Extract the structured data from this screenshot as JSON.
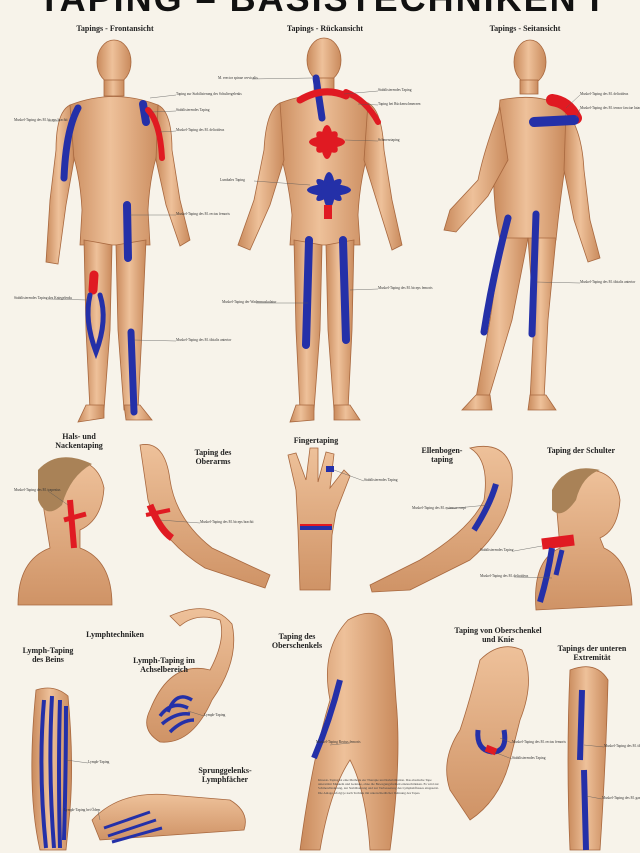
{
  "poster": {
    "title": "TAPING – BASISTECHNIKEN I"
  },
  "sections": {
    "front": "Tapings - Frontansicht",
    "back": "Tapings - Rückansicht",
    "side": "Tapings - Seitansicht",
    "neck": "Hals- und Nackentaping",
    "upperarm": "Taping des Oberarms",
    "finger": "Fingertaping",
    "elbow": "Ellenbogen-taping",
    "shoulder": "Taping der Schulter",
    "lymph": "Lymphtechniken",
    "lymph_leg": "Lymph-Taping des Beins",
    "lymph_axilla": "Lymph-Taping im Achselbereich",
    "ankle_lymph": "Sprunggelenks-Lymphfächer",
    "thigh": "Taping des Oberschenkels",
    "thigh_knee": "Taping von Oberschenkel und Knie",
    "lower_ext": "Tapings der unteren Extremität"
  },
  "annotations": [
    "Muskel-Taping des M. biceps brachii",
    "Taping zur Stabilisierung des Schultergelenks",
    "Stabilisierendes Taping",
    "Muskel-Taping des M. deltoideus",
    "Muskel-Taping des M. rectus femoris",
    "Stabilisierendes Taping des Kniegelenks",
    "Muskel-Taping des M. tibialis anterior",
    "M. erector spinae cervicalis",
    "Stabilisierendes Taping",
    "Taping bei Rückenschmerzen",
    "Schmerztaping",
    "Lumbales Taping",
    "Muskel-Taping des M. biceps femoris",
    "Muskel-Taping der Wadenmuskulatur",
    "Muskel-Taping des M. deltoideus",
    "Muskel-Taping des M. tensor fasciae latae",
    "Muskel-Taping des M. tibialis anterior",
    "Muskel-Taping des M. trapezius",
    "Muskel-Taping des M. biceps brachii",
    "Stabilisierendes Taping",
    "Muskel-Taping des M. extensor carpi",
    "Stabilisierendes Taping",
    "Muskel-Taping des M. deltoideus",
    "Lymph-Taping",
    "Lymph-Taping",
    "Lymph-Taping bei Ödem",
    "Muskel-Taping Rectus femoris",
    "Muskel-Taping des M. rectus femoris",
    "Stabilisierendes Taping",
    "Muskel-Taping des M. tibialis anterior",
    "Muskel-Taping des M. gastrocnemius"
  ],
  "description": "Kinesio-Taping ist eine Methode zur Therapie und Rehabilitation. Das elastische Tape unterstützt Muskeln und Gelenke, ohne die Bewegungsfreiheit einzuschränken. Es wird zur Schmerzlinderung, zur Stabilisierung und zur Verbesserung des Lymphabflusses eingesetzt. Die Anlage erfolgt je nach Technik mit unterschiedlicher Dehnung des Tapes.",
  "colors": {
    "skin": "#e9b98d",
    "skin_shade": "#c98a5c",
    "muscle": "#d0825a",
    "tape_blue": "#2430a8",
    "tape_red": "#e01a22",
    "background": "#f7f3ea"
  }
}
